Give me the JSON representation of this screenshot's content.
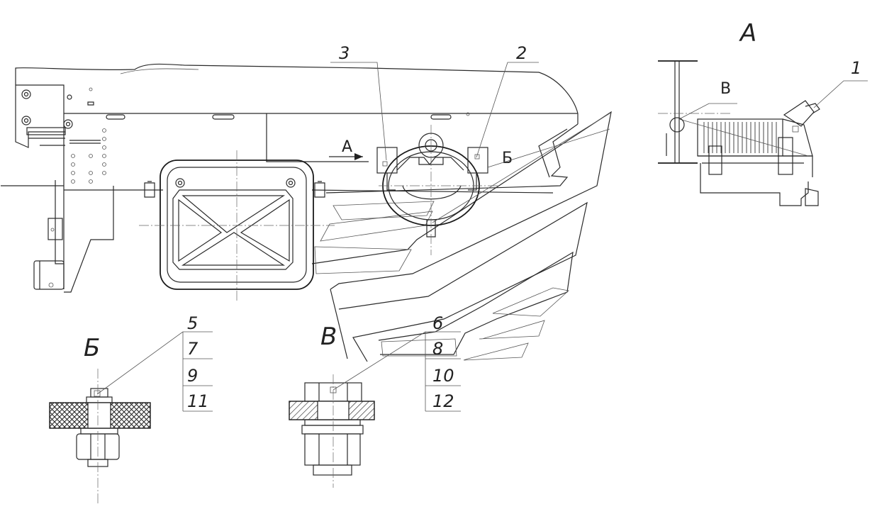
{
  "drawing": {
    "view_labels": {
      "view_a": "А",
      "view_b": "Б",
      "view_v": "В",
      "arrow_a": "А",
      "mark_b": "Б",
      "mark_v": "В"
    },
    "callouts": {
      "c1": "1",
      "c2": "2",
      "c3": "3",
      "c5": "5",
      "c7": "7",
      "c9": "9",
      "c11": "11",
      "c6": "6",
      "c8": "8",
      "c10": "10",
      "c12": "12"
    }
  }
}
